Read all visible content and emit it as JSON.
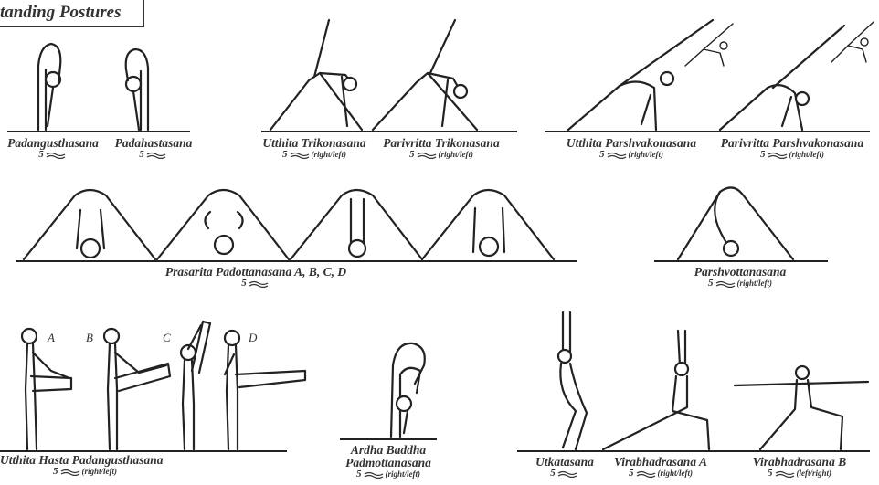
{
  "section_title": "tanding Postures",
  "wave_symbol": "≋",
  "poses": [
    {
      "name": "Padangusthasana",
      "count": "5",
      "side": ""
    },
    {
      "name": "Padahastasana",
      "count": "5",
      "side": ""
    },
    {
      "name": "Utthita Trikonasana",
      "count": "5",
      "side": "(right/left)"
    },
    {
      "name": "Parivritta Trikonasana",
      "count": "5",
      "side": "(right/left)"
    },
    {
      "name": "Utthita Parshvakonasana",
      "count": "5",
      "side": "(right/left)"
    },
    {
      "name": "Parivritta Parshvakonasana",
      "count": "5",
      "side": "(right/left)"
    },
    {
      "name": "Prasarita Padottanasana A, B, C, D",
      "count": "5",
      "side": ""
    },
    {
      "name": "Parshvottanasana",
      "count": "5",
      "side": "(right/left)"
    },
    {
      "name": "Utthita Hasta Padangusthasana",
      "count": "5",
      "side": "(right/left)"
    },
    {
      "name": "Ardha Baddha",
      "count": "",
      "side": ""
    },
    {
      "name": "Padmottanasana",
      "count": "5",
      "side": "(right/left)"
    },
    {
      "name": "Utkatasana",
      "count": "5",
      "side": ""
    },
    {
      "name": "Virabhadrasana A",
      "count": "5",
      "side": "(right/left)"
    },
    {
      "name": "Virabhadrasana B",
      "count": "5",
      "side": "(left/right)"
    }
  ],
  "variant_letters": [
    "A",
    "B",
    "C",
    "D"
  ]
}
